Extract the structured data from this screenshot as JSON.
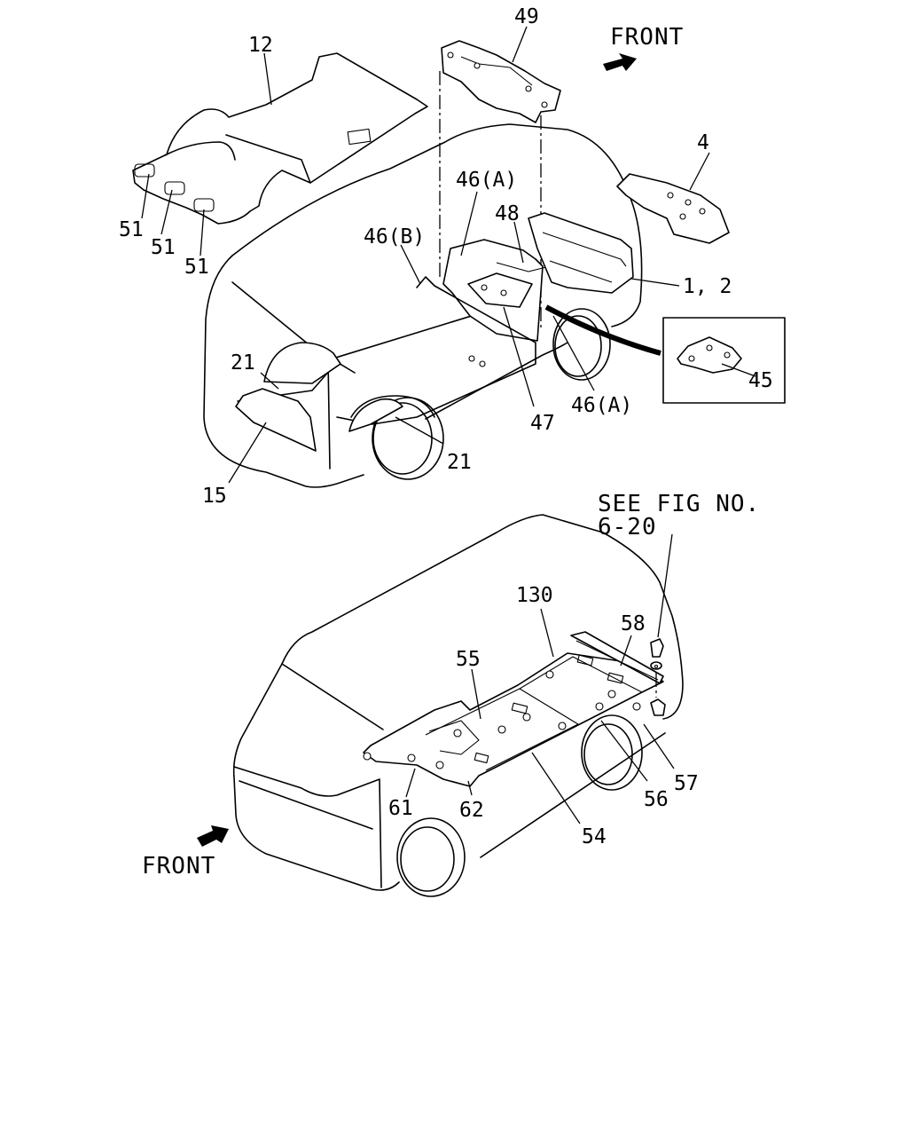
{
  "callouts": {
    "c12": "12",
    "c49": "49",
    "front_top": "FRONT",
    "c4": "4",
    "c46a_1": "46(A)",
    "c48": "48",
    "c46b": "46(B)",
    "c51_1": "51",
    "c51_2": "51",
    "c51_3": "51",
    "c1_2": "1, 2",
    "c21_1": "21",
    "c21_2": "21",
    "c45": "45",
    "c47": "47",
    "c46a_2": "46(A)",
    "c15": "15",
    "see_fig_1": "SEE FIG NO.",
    "see_fig_2": "6-20",
    "c130": "130",
    "c55": "55",
    "c58": "58",
    "c57": "57",
    "c56": "56",
    "c61": "61",
    "c62": "62",
    "c54": "54",
    "front_bottom": "FRONT"
  },
  "icons": {
    "front_arrow": "arrow-right-icon",
    "front_arrow_bottom": "arrow-left-icon"
  }
}
